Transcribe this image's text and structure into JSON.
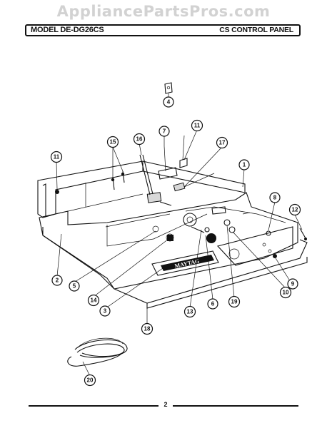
{
  "watermark": "AppliancePartsPros.com",
  "header": {
    "model": "MODEL DE-DG26CS",
    "panel": "CS CONTROL PANEL"
  },
  "brand_plate": "MAYTAG",
  "callouts": [
    "1",
    "2",
    "3",
    "4",
    "5",
    "6",
    "7",
    "8",
    "9",
    "10",
    "11",
    "11",
    "12",
    "13",
    "14",
    "15",
    "16",
    "17",
    "18",
    "19",
    "20"
  ],
  "footer": {
    "page_number": "2"
  }
}
